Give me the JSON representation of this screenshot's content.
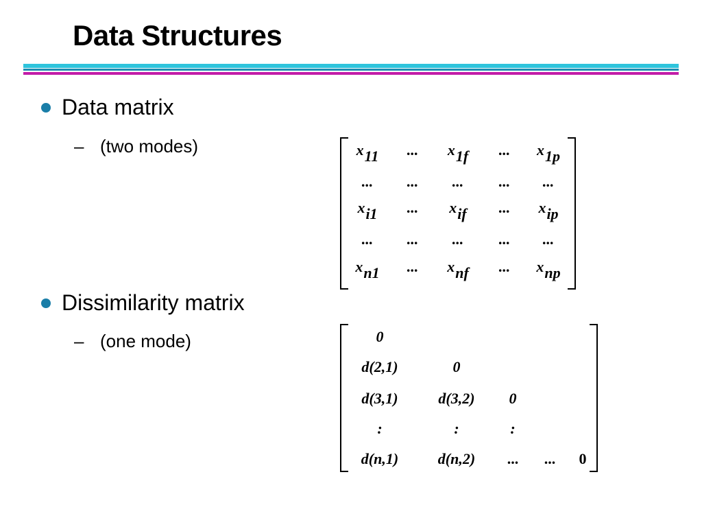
{
  "title": "Data Structures",
  "bullets": [
    {
      "label": "Data matrix",
      "sub": "(two modes)"
    },
    {
      "label": "Dissimilarity matrix",
      "sub": "(one mode)"
    }
  ],
  "data_matrix": {
    "rows": [
      [
        [
          "x",
          "11"
        ],
        [
          "...",
          ""
        ],
        [
          "x",
          "1f"
        ],
        [
          "...",
          ""
        ],
        [
          "x",
          "1p"
        ]
      ],
      [
        [
          "...",
          ""
        ],
        [
          "...",
          ""
        ],
        [
          "...",
          ""
        ],
        [
          "...",
          ""
        ],
        [
          "...",
          ""
        ]
      ],
      [
        [
          "x",
          "i1"
        ],
        [
          "...",
          ""
        ],
        [
          "x",
          "if"
        ],
        [
          "...",
          ""
        ],
        [
          "x",
          "ip"
        ]
      ],
      [
        [
          "...",
          ""
        ],
        [
          "...",
          ""
        ],
        [
          "...",
          ""
        ],
        [
          "...",
          ""
        ],
        [
          "...",
          ""
        ]
      ],
      [
        [
          "x",
          "n1"
        ],
        [
          "...",
          ""
        ],
        [
          "x",
          "nf"
        ],
        [
          "...",
          ""
        ],
        [
          "x",
          "np"
        ]
      ]
    ]
  },
  "dissimilarity_matrix": {
    "rows": [
      [
        "0",
        "",
        "",
        "",
        ""
      ],
      [
        "d(2,1)",
        "0",
        "",
        "",
        ""
      ],
      [
        "d(3,1)",
        "d(3,2)",
        "0",
        "",
        ""
      ],
      [
        ":",
        ":",
        ":",
        "",
        ""
      ],
      [
        "d(n,1)",
        "d(n,2)",
        "...",
        "...",
        "0"
      ]
    ]
  },
  "colors": {
    "bullet": "#1a7ea8",
    "rule_cyan": "#2ec4dc",
    "rule_blue": "#1e8cb0",
    "rule_magenta": "#c21ca8"
  }
}
